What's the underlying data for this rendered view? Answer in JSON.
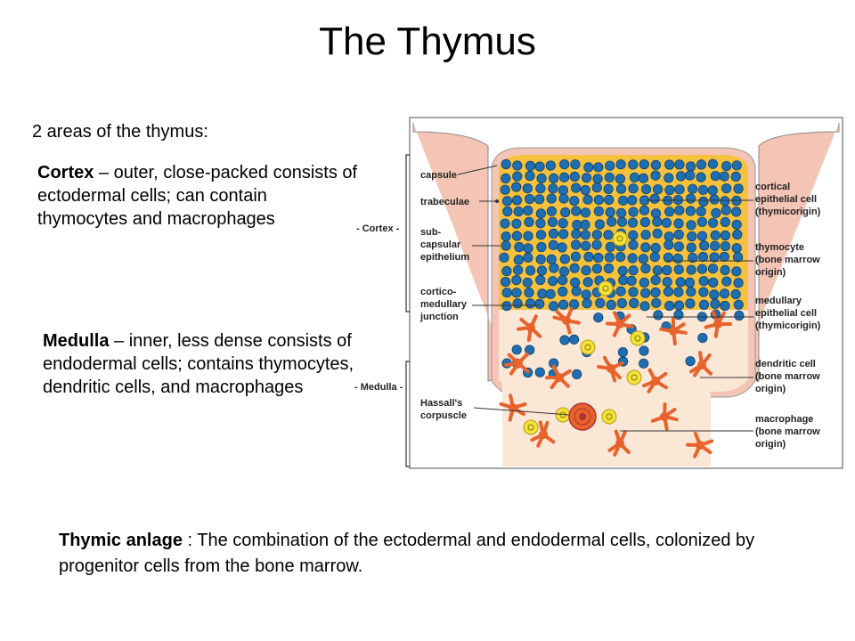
{
  "title": "The Thymus",
  "intro": "2 areas of the thymus:",
  "cortex": {
    "term": "Cortex",
    "description": " – outer, close-packed consists of ectodermal cells; can contain thymocytes and macrophages"
  },
  "medulla": {
    "term": "Medulla",
    "description": " – inner, less dense consists of endodermal cells; contains thymocytes, dendritic cells, and macrophages"
  },
  "anlage": {
    "term": "Thymic anlage",
    "description": " :  The combination of the ectodermal and endodermal cells, colonized by progenitor cells from the bone marrow."
  },
  "figure": {
    "region_labels": {
      "cortex": "- Cortex -",
      "medulla": "- Medulla -"
    },
    "left_labels": {
      "capsule": "capsule",
      "trabeculae": "trabeculae",
      "subcapsular": [
        "sub-",
        "capsular",
        "epithelium"
      ],
      "junction": [
        "cortico-",
        "medullary",
        "junction"
      ],
      "hassall": [
        "Hassall's",
        "corpuscle"
      ]
    },
    "right_labels": {
      "cortical_epithelial": [
        "cortical",
        "epithelial cell",
        "(thymicorigin)"
      ],
      "thymocyte": [
        "thymocyte",
        "(bone marrow",
        "origin)"
      ],
      "medullary_epithelial": [
        "medullary",
        "epithelial cell",
        "(thymicorigin)"
      ],
      "dendritic": [
        "dendritic cell",
        "(bone marrow",
        "origin)"
      ],
      "macrophage": [
        "macrophage",
        "(bone marrow",
        "origin)"
      ]
    },
    "colors": {
      "capsule": "#f4c4b4",
      "cortex_fill": "#f6c23e",
      "thymocyte": "#1f6fb0",
      "medulla_fill": "#fbe7d6",
      "dendritic": "#e8622c",
      "macrophage": "#f2e23a"
    }
  }
}
